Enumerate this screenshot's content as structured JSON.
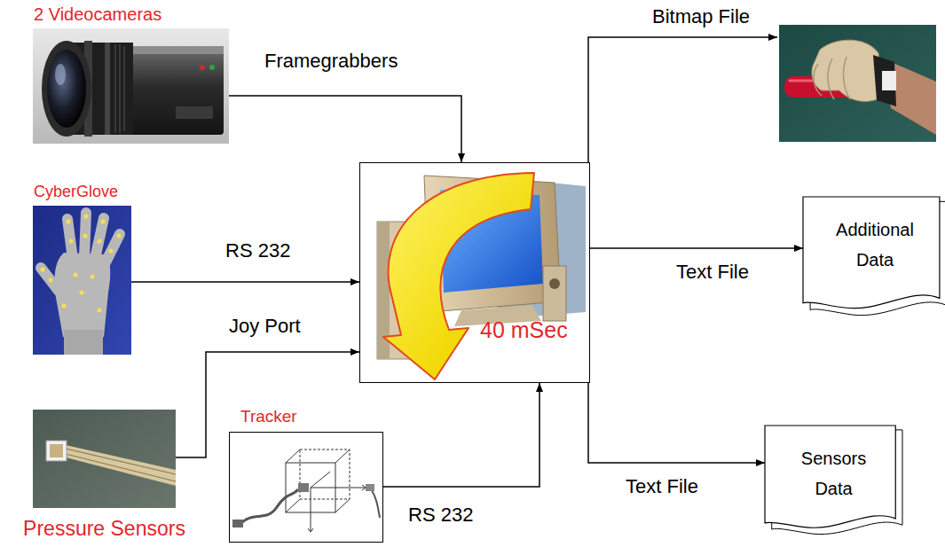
{
  "diagram": {
    "nodes": [
      {
        "text": [
          "2 Videocameras"
        ]
      },
      {
        "text": [
          "CyberGlove"
        ]
      },
      {
        "text": [
          "Pressure Sensors"
        ]
      },
      {
        "text": [
          "Tracker"
        ]
      },
      {
        "text": [
          "40 mSec"
        ]
      },
      {
        "text": [
          "Additional Data"
        ]
      },
      {
        "text": [
          "Sensors Data"
        ]
      }
    ],
    "edges": [
      {
        "from": 0,
        "to": 4,
        "label": "Framegrabbers",
        "arrow": "to"
      },
      {
        "from": 1,
        "to": 4,
        "label": "RS 232",
        "arrow": "to"
      },
      {
        "from": 2,
        "to": 4,
        "label": "Joy Port",
        "arrow": "to"
      },
      {
        "from": 3,
        "to": 4,
        "label": "RS 232",
        "arrow": "to"
      },
      {
        "from": 4,
        "to": 5,
        "label": "Text File",
        "arrow": "to"
      },
      {
        "from": 4,
        "to": 6,
        "label": "Text File",
        "arrow": "to"
      }
    ],
    "labels": [
      "Bitmap File"
    ]
  }
}
